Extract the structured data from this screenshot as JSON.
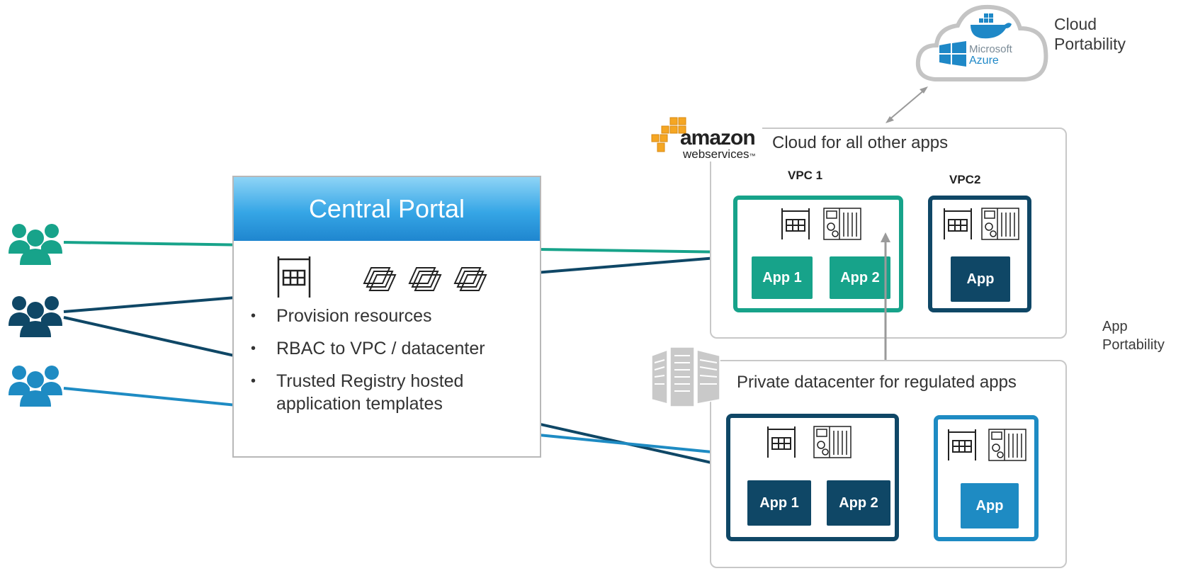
{
  "portal": {
    "title": "Central Portal",
    "bullets": [
      "Provision resources",
      "RBAC to VPC / datacenter",
      "Trusted Registry hosted application templates"
    ]
  },
  "cloud_portability": {
    "label_line1": "Cloud",
    "label_line2": "Portability"
  },
  "microsoft_azure": {
    "line1": "Microsoft",
    "line2": "Azure"
  },
  "aws": {
    "logo_main": "amazon",
    "logo_sub": "webservices",
    "logo_tm": "™",
    "region_title": "Cloud for all other apps"
  },
  "private_dc": {
    "region_title": "Private datacenter for regulated apps"
  },
  "vpc1": {
    "label": "VPC 1",
    "apps": [
      "App 1",
      "App 2"
    ]
  },
  "vpc2": {
    "label": "VPC2",
    "app": "App"
  },
  "dc1": {
    "apps": [
      "App 1",
      "App 2"
    ]
  },
  "dc2": {
    "app": "App"
  },
  "app_portability": {
    "line1": "App",
    "line2": "Portability"
  },
  "colors": {
    "teal": "#17a38a",
    "navy": "#0f4766",
    "blue": "#1e8bc3",
    "grey_border": "#c8c8c8"
  }
}
